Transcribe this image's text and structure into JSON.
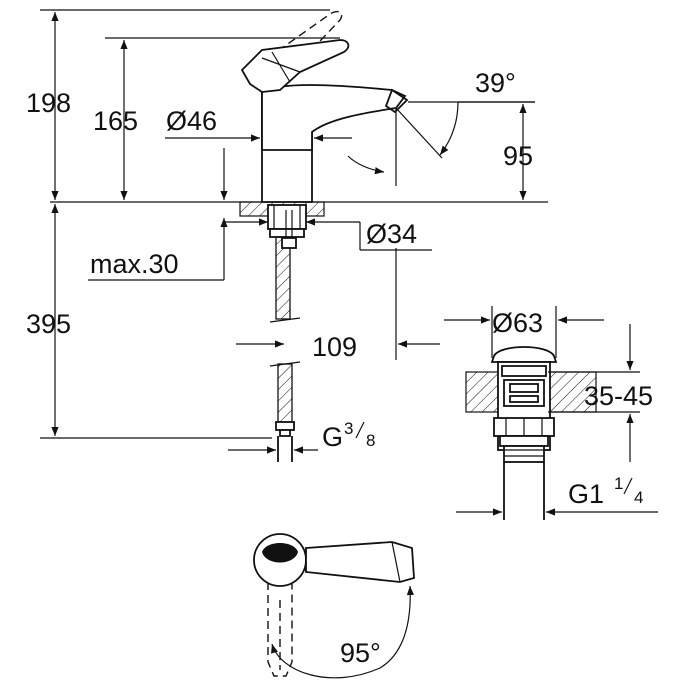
{
  "dimensions": {
    "total_height": "198",
    "spout_height": "165",
    "body_diameter": "Ø46",
    "spout_angle": "39°",
    "spout_clearance": "95",
    "mount_diameter": "Ø34",
    "max_thickness": "max.30",
    "hose_length": "395",
    "projection": "109",
    "hose_thread_main": "G",
    "hose_thread_num": "3",
    "hose_thread_den": "8",
    "waste_diameter": "Ø63",
    "waste_range": "35-45",
    "waste_thread_main": "G1",
    "waste_thread_num": "1",
    "waste_thread_den": "4",
    "lever_rotation": "95°"
  },
  "colors": {
    "line": "#111111",
    "background": "#ffffff"
  }
}
